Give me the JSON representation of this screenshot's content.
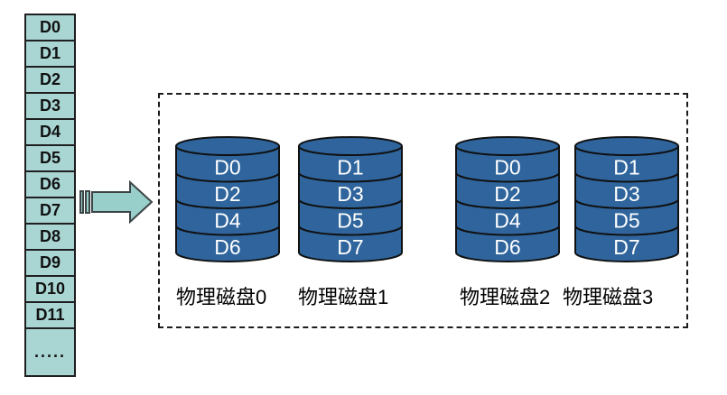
{
  "diagram": {
    "title": "raid-striping-mirroring-diagram",
    "logical_column": {
      "blocks": [
        "D0",
        "D1",
        "D2",
        "D3",
        "D4",
        "D5",
        "D6",
        "D7",
        "D8",
        "D9",
        "D10",
        "D11"
      ],
      "more": "....."
    },
    "disks": [
      {
        "label": "物理磁盘0",
        "blocks": [
          "D0",
          "D2",
          "D4",
          "D6"
        ]
      },
      {
        "label": "物理磁盘1",
        "blocks": [
          "D1",
          "D3",
          "D5",
          "D7"
        ]
      },
      {
        "label": "物理磁盘2",
        "blocks": [
          "D0",
          "D2",
          "D4",
          "D6"
        ]
      },
      {
        "label": "物理磁盘3",
        "blocks": [
          "D1",
          "D3",
          "D5",
          "D7"
        ]
      }
    ],
    "colors": {
      "cell_fill": "#a9d5d3",
      "cell_border": "#1f1f1f",
      "arrow_fill": "#98cfca",
      "arrow_stroke": "#3c4446",
      "disk_fill": "#2f659c",
      "disk_outline": "#101112",
      "disk_text": "#ffffff",
      "dash_border": "#1c1c1c"
    }
  }
}
